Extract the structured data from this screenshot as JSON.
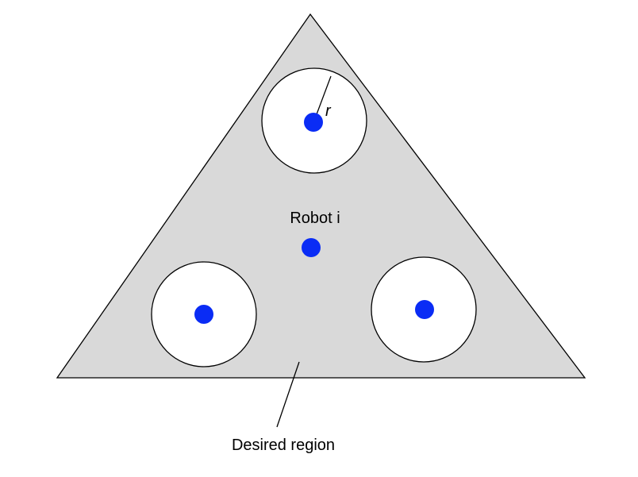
{
  "labels": {
    "radius": "r",
    "robot": "Robot i",
    "region": "Desired region"
  },
  "colors": {
    "region_fill": "#d9d9d9",
    "stroke": "#000000",
    "exclusion_fill": "#ffffff",
    "robot_fill": "#0a2cf5"
  }
}
